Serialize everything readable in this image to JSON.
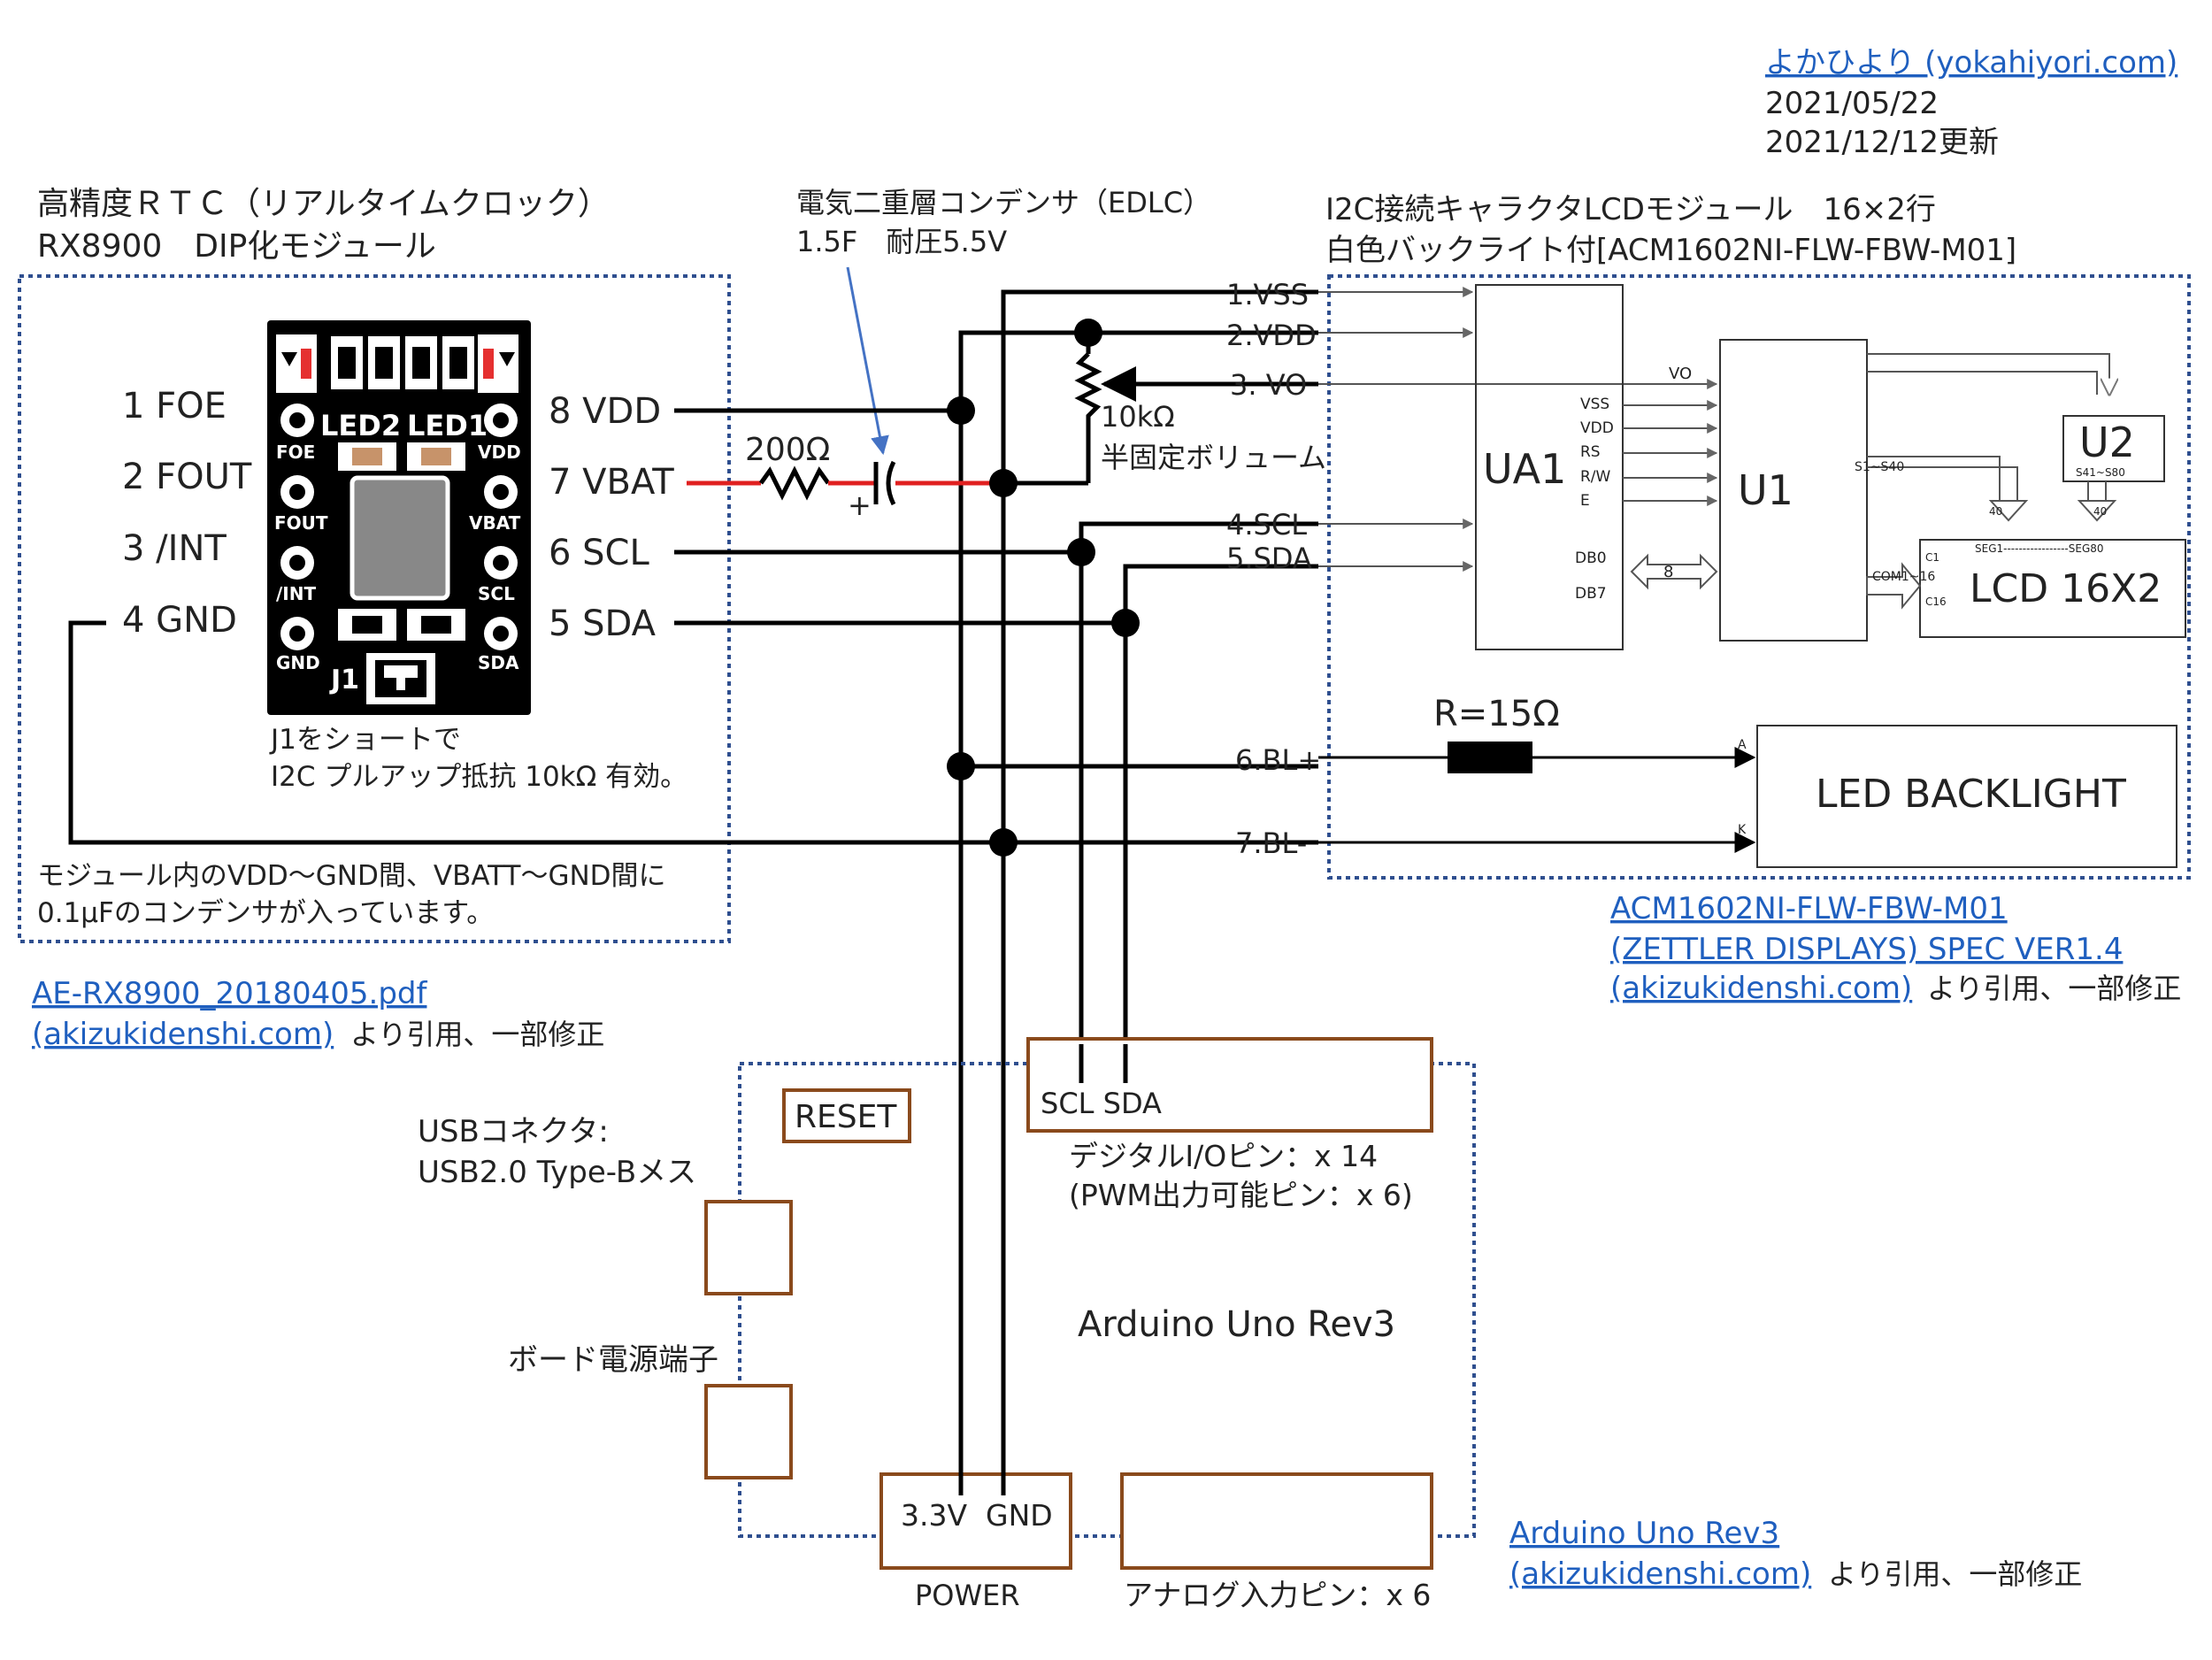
{
  "header": {
    "site_link": "よかひより (yokahiyori.com)",
    "date_created": "2021/05/22",
    "date_updated": "2021/12/12更新"
  },
  "rtc": {
    "title_line1": "高精度ＲＴＣ（リアルタイムクロック）",
    "title_line2": "RX8900　DIP化モジュール",
    "left_pins": [
      "1 FOE",
      "2 FOUT",
      "3 /INT",
      "4 GND"
    ],
    "right_pins": [
      "8 VDD",
      "7 VBAT",
      "6 SCL",
      "5 SDA"
    ],
    "chip_pin_labels": [
      "FOE",
      "FOUT",
      "/INT",
      "GND",
      "VDD",
      "VBAT",
      "SCL",
      "SDA"
    ],
    "led_labels": [
      "LED2",
      "LED1"
    ],
    "jumper_label": "J1",
    "jumper_note_line1": "J1をショートで",
    "jumper_note_line2": "I2C プルアップ抵抗 10kΩ 有効。",
    "cap_note_line1": "モジュール内のVDD～GND間、VBATT～GND間に",
    "cap_note_line2": "0.1μFのコンデンサが入っています。",
    "source_link1": "AE-RX8900_20180405.pdf",
    "source_link2": "(akizukidenshi.com)",
    "source_suffix": "より引用、一部修正"
  },
  "edlc": {
    "title_line1": "電気二重層コンデンサ（EDLC）",
    "title_line2": "1.5F　耐圧5.5V",
    "plus": "+"
  },
  "resistor_200": "200Ω",
  "pot": {
    "value": "10kΩ",
    "label": "半固定ボリューム"
  },
  "lcd": {
    "title_line1": "I2C接続キャラクタLCDモジュール　16×2行",
    "title_line2": "白色バックライト付[ACM1602NI-FLW-FBW-M01]",
    "pins": [
      "1.VSS",
      "2.VDD",
      "3. VO",
      "4.SCL",
      "5.SDA",
      "6.BL+",
      "7.BL-"
    ],
    "ua1": "UA1",
    "ua1_pins": [
      "VSS",
      "VDD",
      "RS",
      "R/W",
      "E",
      "DB0",
      "DB7"
    ],
    "bus_width": "8",
    "u1": "U1",
    "vo_label": "VO",
    "u2": "U2",
    "u2_range": "S41~S80",
    "s_range": "S1~S40",
    "bus40": "40",
    "com_range": "COM1~16",
    "lcd_label": "LCD 16X2",
    "seg_range": "SEG1-----------------SEG80",
    "c1": "C1",
    "c16": "C16",
    "resistor": "R=15Ω",
    "backlight": "LED BACKLIGHT",
    "anode": "A",
    "cathode": "K",
    "source_link1": "ACM1602NI-FLW-FBW-M01",
    "source_link2": "(ZETTLER DISPLAYS) SPEC VER1.4",
    "source_link3": "(akizukidenshi.com)",
    "source_suffix": "より引用、一部修正"
  },
  "arduino": {
    "title": "Arduino Uno Rev3",
    "reset": "RESET",
    "usb_line1": "USBコネクタ:",
    "usb_line2": "USB2.0 Type-Bメス",
    "power_jack": "ボード電源端子",
    "digital_header": "SCL SDA",
    "digital_note_line1": "デジタルI/Oピン：x 14",
    "digital_note_line2": "(PWM出力可能ピン：x 6)",
    "power_pins": "3.3V  GND",
    "power_label": "POWER",
    "analog_label": "アナログ入力ピン：x 6",
    "source_link1": "Arduino Uno Rev3",
    "source_link2": "(akizukidenshi.com)",
    "source_suffix": "より引用、一部修正"
  },
  "colors": {
    "wire": "#000000",
    "vbat_wire": "#e02020",
    "dotted_border": "#2f4f8f",
    "arduino_border": "#8a4a1c",
    "link": "#1f5fbf",
    "arrow": "#4472c4"
  }
}
